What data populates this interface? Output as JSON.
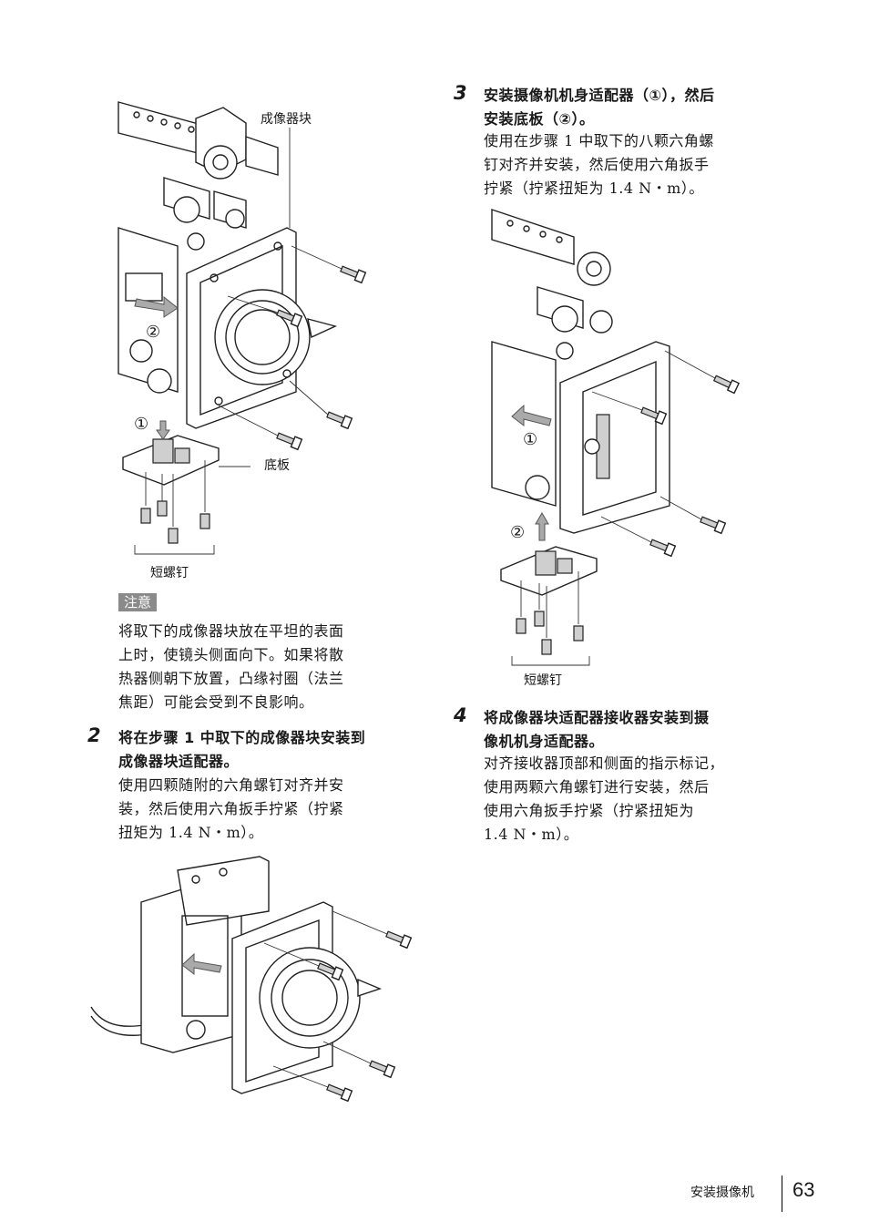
{
  "figure1": {
    "label_imager_block": "成像器块",
    "label_base_plate": "底板",
    "label_short_screws": "短螺钉",
    "callout_1": "①",
    "callout_2": "②"
  },
  "note": {
    "badge": "注意",
    "lines": [
      "将取下的成像器块放在平坦的表面",
      "上时，使镜头侧面向下。如果将散",
      "热器侧朝下放置，凸缘衬圈（法兰",
      "焦距）可能会受到不良影响。"
    ]
  },
  "step2": {
    "number": "2",
    "heading_lines": [
      "将在步骤 1 中取下的成像器块安装到",
      "成像器块适配器。"
    ],
    "body_lines": [
      "使用四颗随附的六角螺钉对齐并安",
      "装，然后使用六角扳手拧紧（拧紧",
      "扭矩为 1.4 N・m）。"
    ]
  },
  "step3": {
    "number": "3",
    "heading_lines": [
      "安装摄像机机身适配器（①），然后",
      "安装底板（②）。"
    ],
    "body_lines": [
      "使用在步骤 1 中取下的八颗六角螺",
      "钉对齐并安装，然后使用六角扳手",
      "拧紧（拧紧扭矩为 1.4 N・m）。"
    ]
  },
  "figure2": {
    "callout_1": "①",
    "callout_2": "②",
    "label_short_screws": "短螺钉"
  },
  "step4": {
    "number": "4",
    "heading_lines": [
      "将成像器块适配器接收器安装到摄",
      "像机机身适配器。"
    ],
    "body_lines": [
      "对齐接收器顶部和侧面的指示标记，",
      "使用两颗六角螺钉进行安装，然后",
      "使用六角扳手拧紧（拧紧扭矩为",
      "1.4 N・m）。"
    ]
  },
  "footer": {
    "section": "安装摄像机",
    "page_number": "63"
  }
}
